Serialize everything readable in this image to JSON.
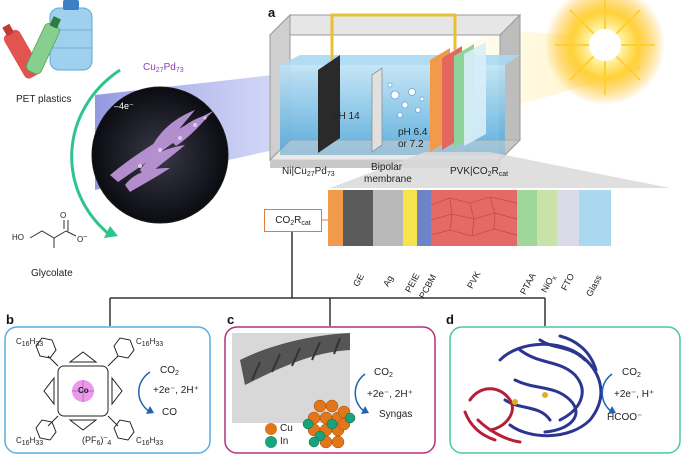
{
  "panels": {
    "a": "a",
    "b": "b",
    "c": "c",
    "d": "d"
  },
  "labels": {
    "pet": "PET plastics",
    "alloy_top_main": "Cu",
    "alloy_top_s1": "27",
    "alloy_top_mid": "Pd",
    "alloy_top_s2": "73",
    "electrons": "–4e⁻",
    "glycolate": "Glycolate",
    "ph_left": "pH 14",
    "ph_right_1": "pH 6.4",
    "ph_right_2": "or 7.2",
    "cathode_main": "Ni|Cu",
    "cathode_s1": "27",
    "cathode_mid": "Pd",
    "cathode_s2": "73",
    "membrane_1": "Bipolar",
    "membrane_2": "membrane",
    "photo_main": "PVK|CO",
    "photo_s1": "2",
    "photo_mid": "R",
    "photo_s2": "cat",
    "catbox_main": "CO",
    "catbox_s1": "2",
    "catbox_mid": "R",
    "catbox_s2": "cat"
  },
  "layers": [
    {
      "name": "GE",
      "color": "#5b5b5b"
    },
    {
      "name": "Ag",
      "color": "#b9b9b9"
    },
    {
      "name": "PEIE",
      "color": "#f7e34b"
    },
    {
      "name": "PCBM",
      "color": "#6f84c8"
    },
    {
      "name": "PVK",
      "color": "#e46a68"
    },
    {
      "name": "PTAA",
      "color": "#9fd79a"
    },
    {
      "name": "NiO",
      "sub": "x",
      "color": "#c9e2a8"
    },
    {
      "name": "FTO",
      "color": "#d9dbe8"
    },
    {
      "name": "Glass",
      "color": "#a9d8f0"
    }
  ],
  "panel_b": {
    "co2": "CO",
    "co2_sub": "2",
    "electrons": "+2e⁻, 2H⁺",
    "product": "CO",
    "counter": "(PF",
    "counter_sub": "6",
    "counter_sup": "–",
    "counter_end": ")",
    "counter_mult": "4",
    "chain": "C",
    "chain_sub1": "16",
    "chain_mid": "H",
    "chain_sub2": "33",
    "metal": "Co"
  },
  "panel_c": {
    "co2": "CO",
    "co2_sub": "2",
    "electrons": "+2e⁻, 2H⁺",
    "product": "Syngas",
    "legend_cu": "Cu",
    "legend_in": "In",
    "cu_color": "#e2761b",
    "in_color": "#1aa37a"
  },
  "panel_d": {
    "co2": "CO",
    "co2_sub": "2",
    "electrons": "+2e⁻, H⁺",
    "product": "HCOO⁻"
  },
  "colors": {
    "panel_b_border": "#5aaee0",
    "panel_c_border": "#b3307c",
    "panel_d_border": "#4cc6a6",
    "arrow_green": "#2fc48b",
    "catbox_border": "#e07b3a"
  }
}
